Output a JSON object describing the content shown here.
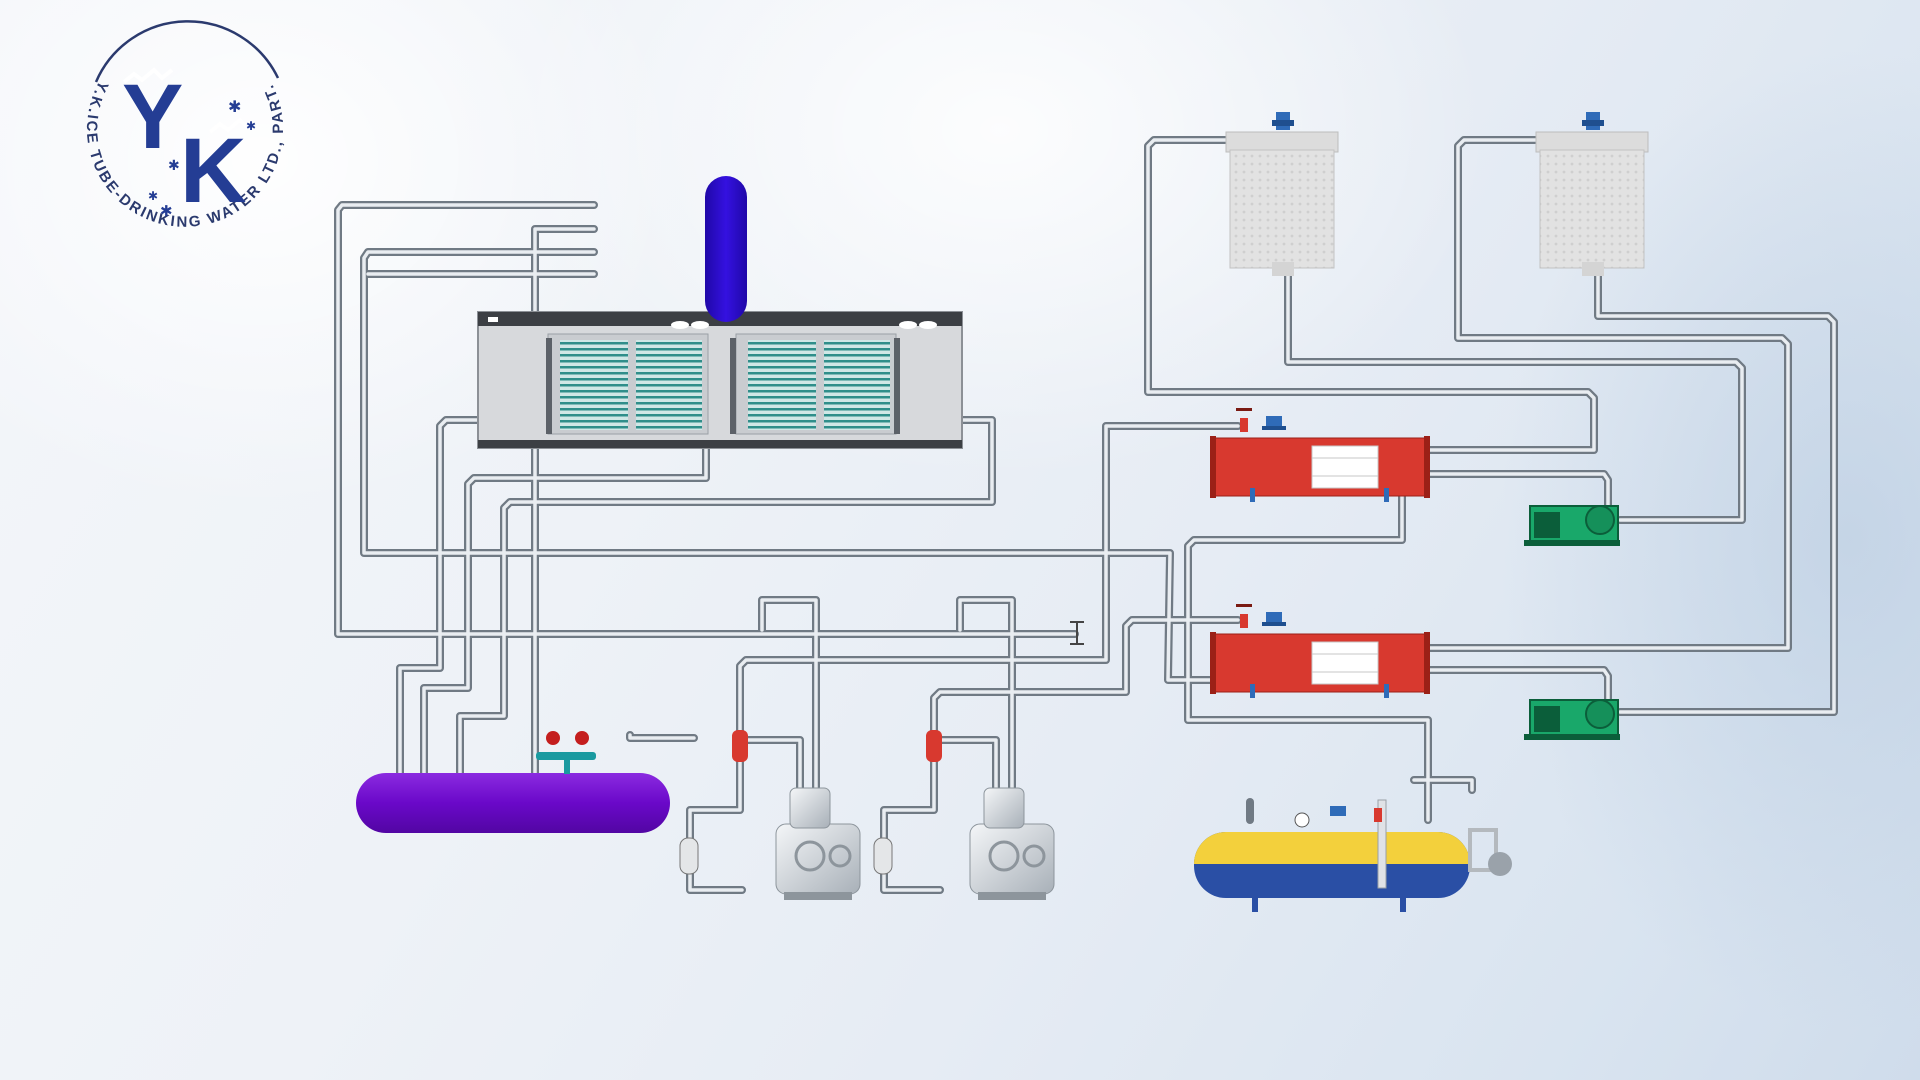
{
  "logo": {
    "initial_y": "Y",
    "initial_k": "K",
    "ring_text": "Y.K.ICE TUBE-DRINKING WATER LTD., PART."
  },
  "colors": {
    "pipe": "#707a84",
    "liquid_receiver": "#6a08c9",
    "separator": "#2a0bcf",
    "condenser_shell": "#d8392f",
    "oil_tank_top": "#f3d03c",
    "oil_tank_bottom": "#2a4fa5",
    "pump": "#19a86a",
    "fin_coil": "#2f8e8a"
  },
  "components": [
    {
      "id": "vertical-separator",
      "icon": "vertical-vessel"
    },
    {
      "id": "evaporative-condenser",
      "icon": "fin-coil-unit"
    },
    {
      "id": "cooling-tower-1",
      "icon": "cooling-tower"
    },
    {
      "id": "cooling-tower-2",
      "icon": "cooling-tower"
    },
    {
      "id": "shell-tube-condenser-1",
      "icon": "heat-exchanger"
    },
    {
      "id": "shell-tube-condenser-2",
      "icon": "heat-exchanger"
    },
    {
      "id": "water-pump-1",
      "icon": "centrifugal-pump"
    },
    {
      "id": "water-pump-2",
      "icon": "centrifugal-pump"
    },
    {
      "id": "compressor-1",
      "icon": "reciprocating-compressor"
    },
    {
      "id": "compressor-2",
      "icon": "reciprocating-compressor"
    },
    {
      "id": "liquid-receiver",
      "icon": "horizontal-vessel"
    },
    {
      "id": "oil-collector",
      "icon": "horizontal-vessel"
    }
  ]
}
